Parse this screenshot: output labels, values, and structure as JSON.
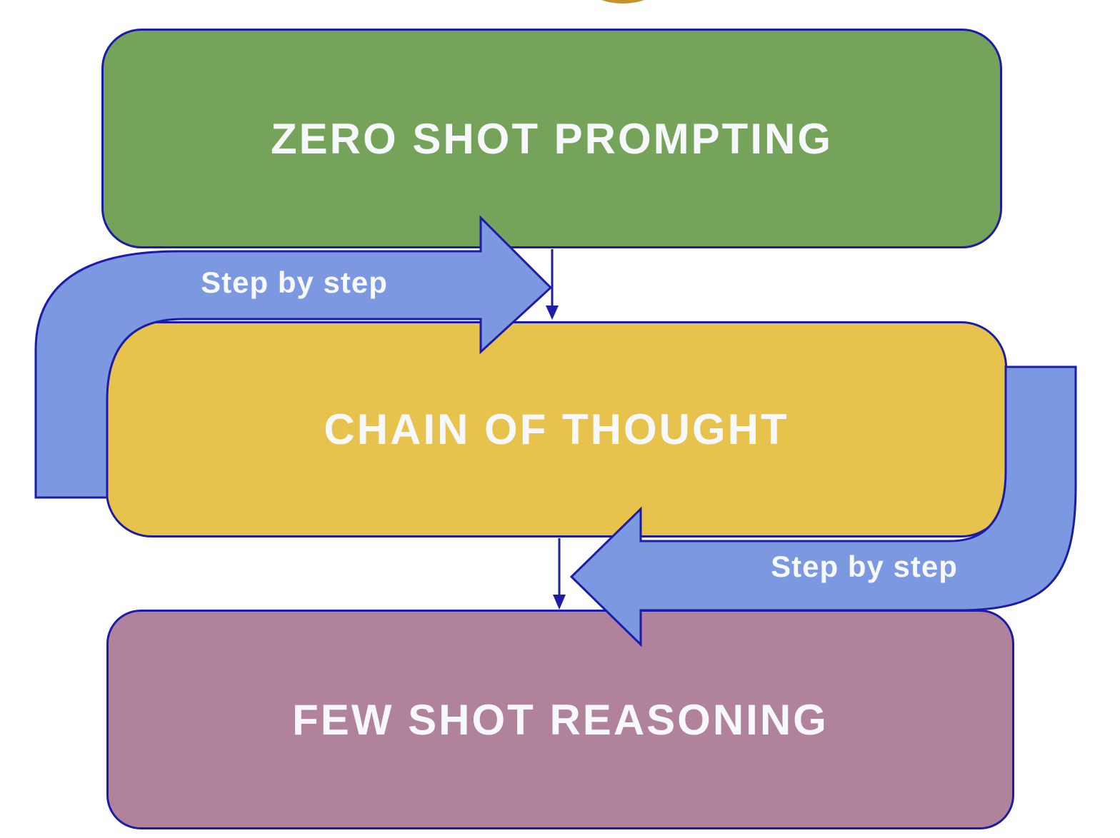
{
  "diagram": {
    "title_context": "prompting techniques flow",
    "boxes": [
      {
        "id": "zero-shot-prompting",
        "label": "ZERO SHOT PROMPTING",
        "fill": "#76a35a"
      },
      {
        "id": "chain-of-thought",
        "label": "CHAIN OF THOUGHT",
        "fill": "#e7c34d"
      },
      {
        "id": "few-shot-reasoning",
        "label": "FEW SHOT REASONING",
        "fill": "#b1829c"
      }
    ],
    "arrows": [
      {
        "id": "left-elbow-arrow",
        "label": "Step by step",
        "direction": "up-then-right",
        "fill": "#7b98e0"
      },
      {
        "id": "right-elbow-arrow",
        "label": "Step by step",
        "direction": "down-then-left",
        "fill": "#7b98e0"
      }
    ],
    "connectors": [
      {
        "id": "connector-green-to-yellow",
        "from": "zero-shot-prompting",
        "to": "chain-of-thought"
      },
      {
        "id": "connector-yellow-to-purple",
        "from": "chain-of-thought",
        "to": "few-shot-reasoning"
      }
    ],
    "decorations": [
      {
        "id": "gold-circle",
        "fill": "#c4932f"
      }
    ],
    "colors": {
      "c-green": "#76a35a",
      "c-yellow": "#e7c34d",
      "c-purple": "#b1829c",
      "c-blue": "#7b98e0",
      "c-navy": "#1c1ca8",
      "c-gold": "#c4932f",
      "c-text": "#f7f8fc",
      "c-bg": "#ffffff"
    }
  }
}
